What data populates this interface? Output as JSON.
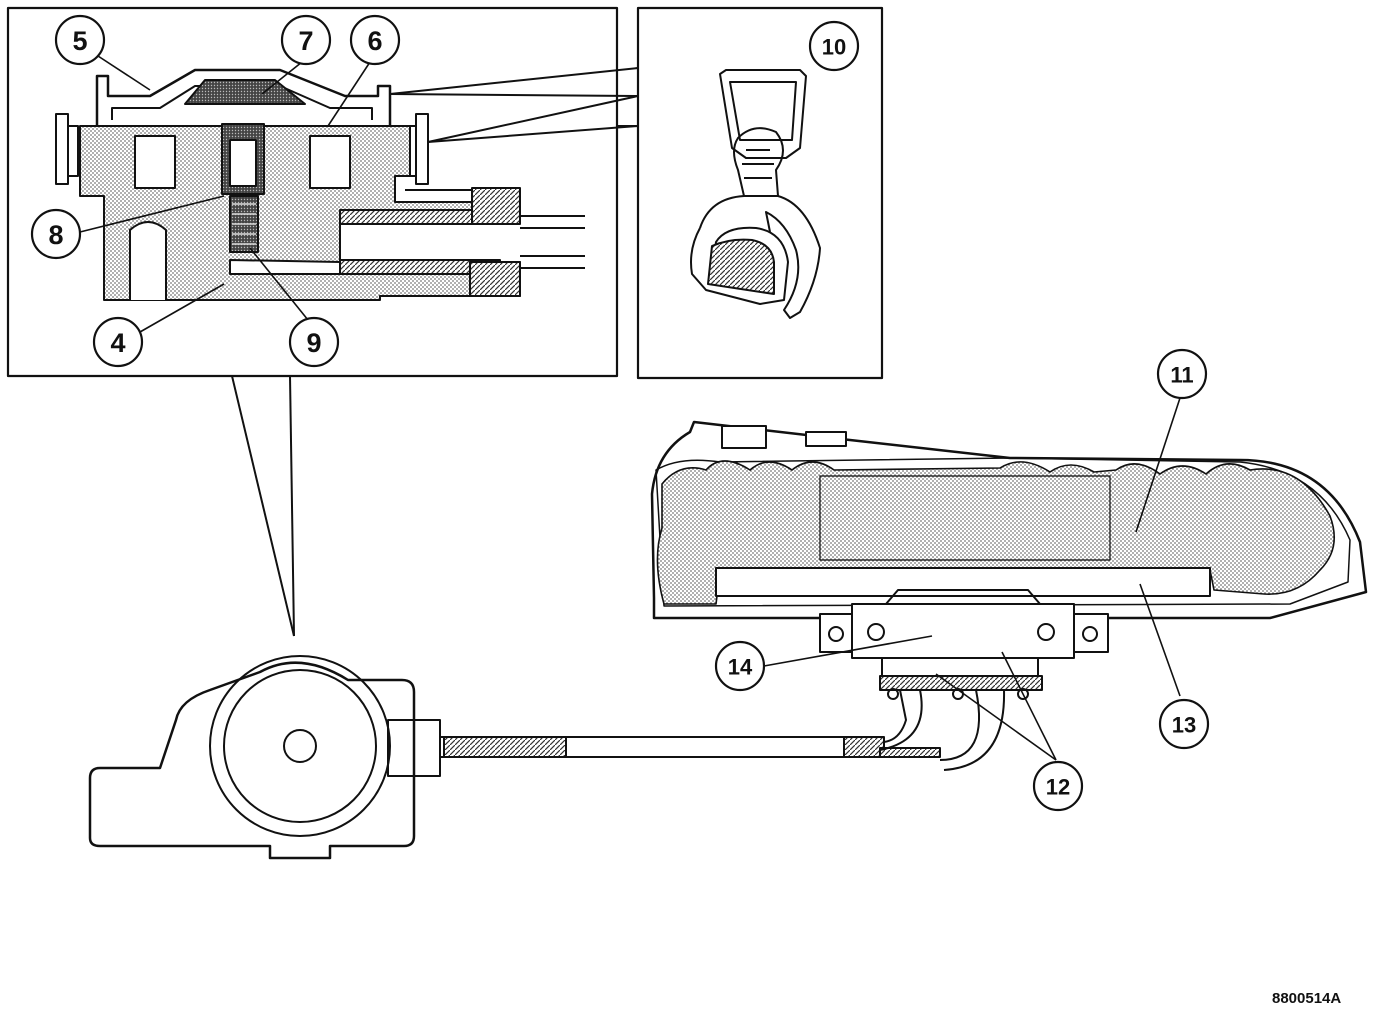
{
  "diagram": {
    "figure_code": "8800514A",
    "callouts": {
      "c4": "4",
      "c5": "5",
      "c6": "6",
      "c7": "7",
      "c8": "8",
      "c9": "9",
      "c10": "10",
      "c11": "11",
      "c12": "12",
      "c13": "13",
      "c14": "14"
    },
    "colors": {
      "ink": "#111111",
      "paper": "#ffffff",
      "stipple": "#b9b9b9",
      "dense": "#5a5a5a"
    }
  }
}
